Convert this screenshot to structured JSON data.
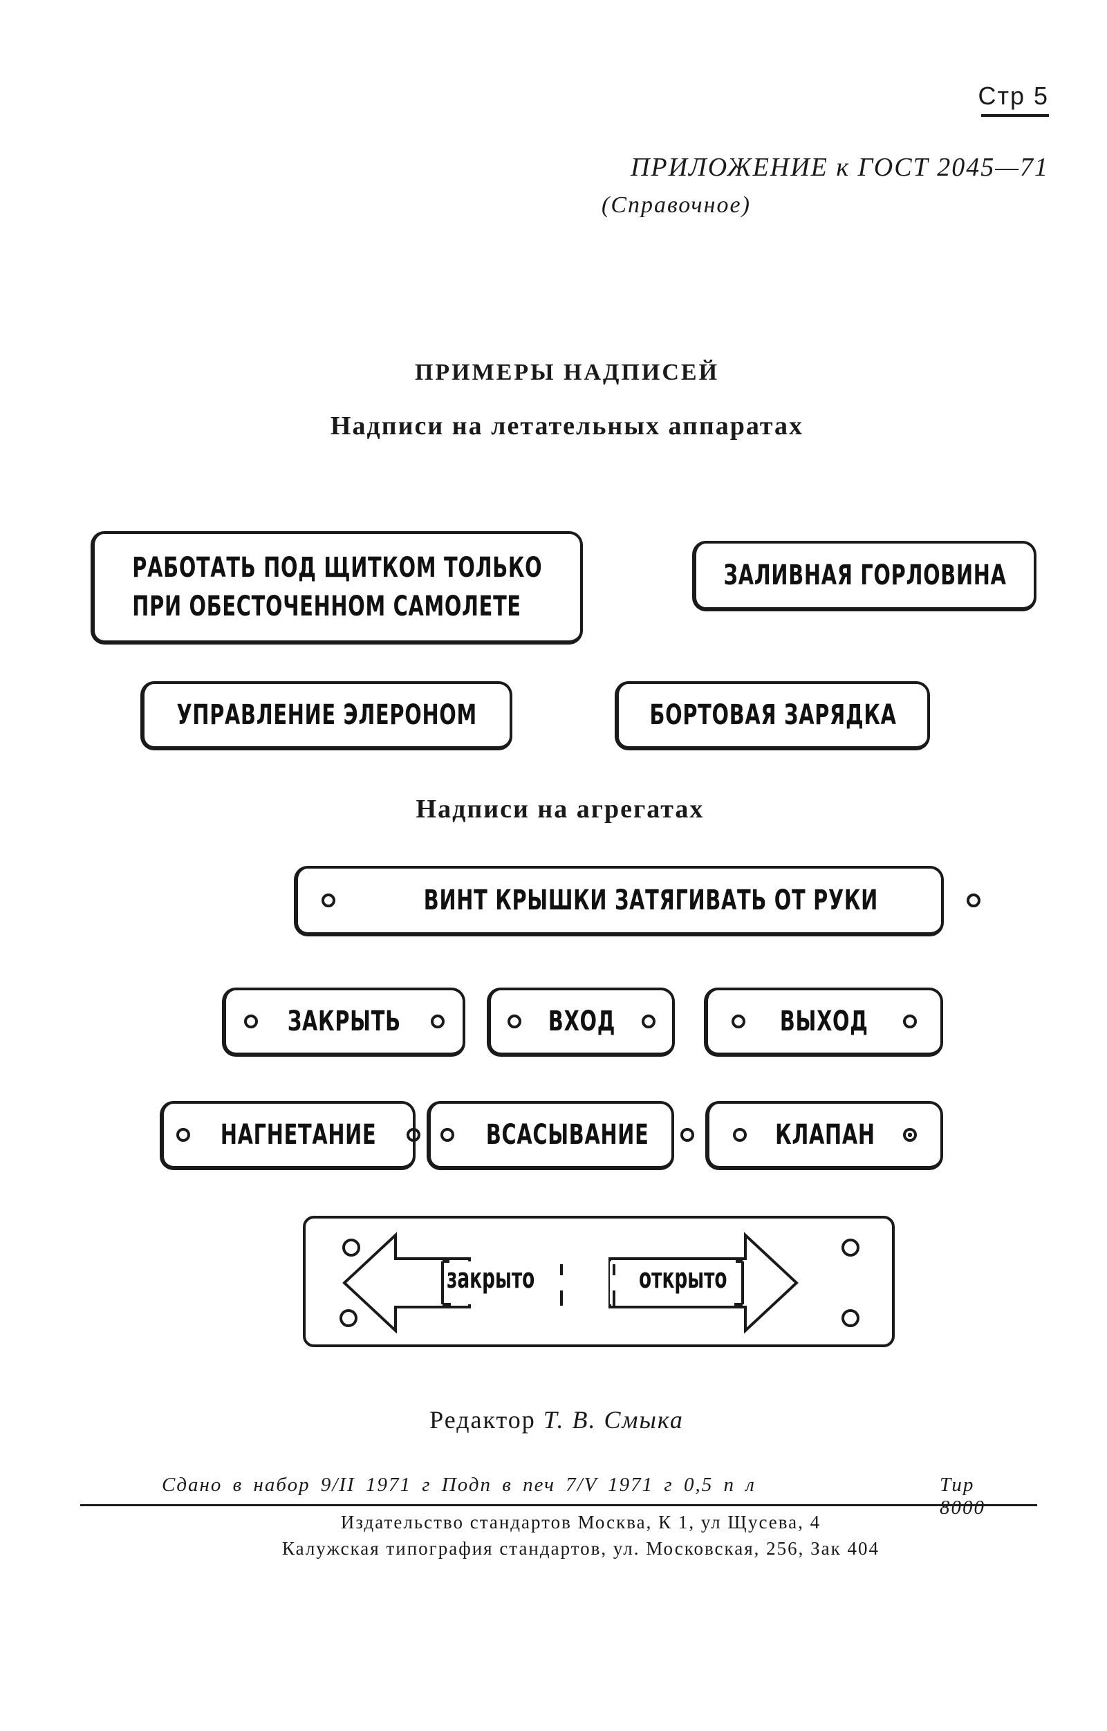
{
  "header": {
    "page_number": "Стр 5",
    "appendix": "ПРИЛОЖЕНИЕ к ГОСТ 2045—71",
    "reference": "(Справочное)"
  },
  "title": "ПРИМЕРЫ НАДПИСЕЙ",
  "aircraft_section": {
    "heading": "Надписи на летательных аппаратах",
    "plates": {
      "panel_line1": "РАБОТАТЬ ПОД ЩИТКОМ ТОЛЬКО",
      "panel_line2": "ПРИ ОБЕСТОЧЕННОМ САМОЛЕТЕ",
      "filler_neck": "ЗАЛИВНАЯ ГОРЛОВИНА",
      "aileron": "УПРАВЛЕНИЕ ЭЛЕРОНОМ",
      "onboard_charge": "БОРТОВАЯ ЗАРЯДКА"
    }
  },
  "units_section": {
    "heading": "Надписи на агрегатах",
    "plates": {
      "cap_screw": "ВИНТ КРЫШКИ ЗАТЯГИВАТЬ ОТ РУКИ",
      "close": "ЗАКРЫТЬ",
      "inlet": "ВХОД",
      "outlet": "ВЫХОД",
      "discharge": "НАГНЕТАНИЕ",
      "suction": "ВСАСЫВАНИЕ",
      "valve": "КЛАПАН"
    },
    "valve_panel": {
      "closed": "закрыто",
      "open": "открыто"
    }
  },
  "footer": {
    "editor_label": "Редактор",
    "editor_name": "Т. В. Смыка",
    "printing_info": "Сдано в набор 9/II 1971 г Подп в печ 7/V 1971 г 0,5 п л",
    "circulation": "Тир 8000",
    "publisher": "Издательство стандартов Москва, К 1, ул Щусева, 4",
    "printer": "Калужская типография стандартов, ул. Московская, 256, Зак 404"
  }
}
